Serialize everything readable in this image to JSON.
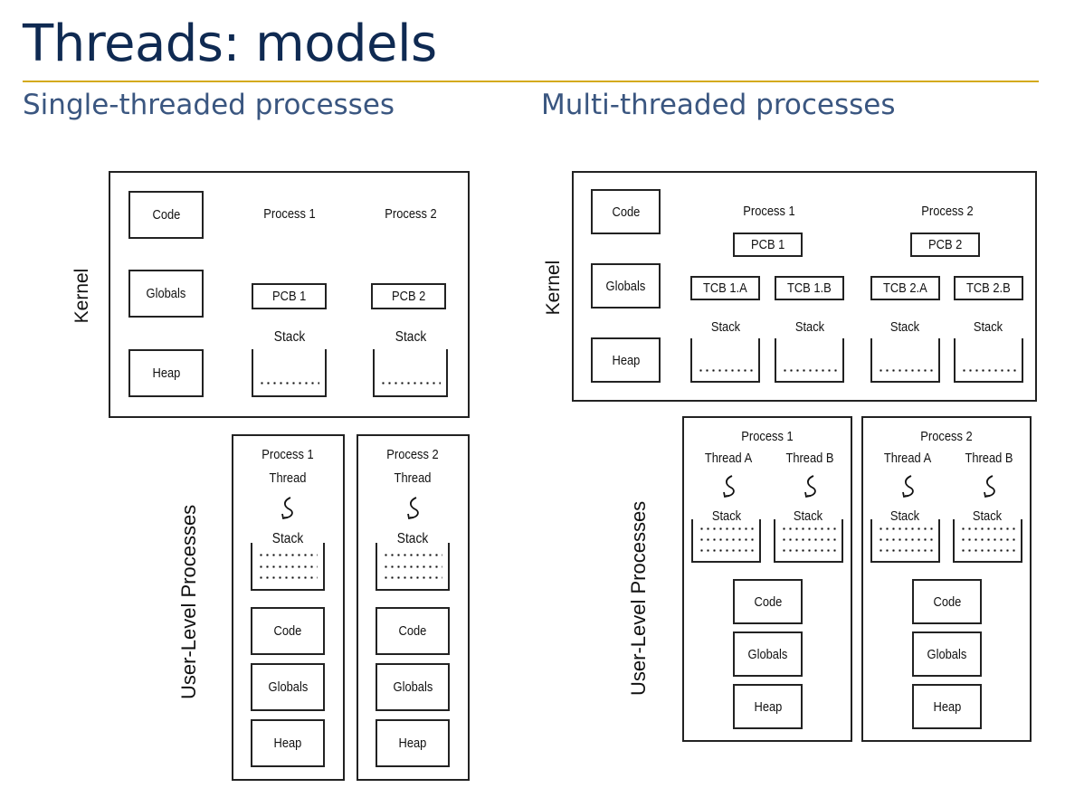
{
  "slide": {
    "title": "Threads: models",
    "accent_rule_color": "#d4aa1a",
    "title_color": "#0f2a52",
    "subtitle_color": "#3a5680"
  },
  "single": {
    "heading": "Single-threaded processes",
    "kernel": {
      "side_label": "Kernel",
      "segments": [
        "Code",
        "Globals",
        "Heap"
      ],
      "processes": [
        {
          "name": "Process 1",
          "pcb": "PCB 1",
          "stack_label": "Stack"
        },
        {
          "name": "Process 2",
          "pcb": "PCB 2",
          "stack_label": "Stack"
        }
      ]
    },
    "user": {
      "side_label": "User-Level Processes",
      "processes": [
        {
          "name": "Process 1",
          "thread": "Thread",
          "stack_label": "Stack",
          "segments": [
            "Code",
            "Globals",
            "Heap"
          ]
        },
        {
          "name": "Process 2",
          "thread": "Thread",
          "stack_label": "Stack",
          "segments": [
            "Code",
            "Globals",
            "Heap"
          ]
        }
      ]
    }
  },
  "multi": {
    "heading": "Multi-threaded processes",
    "kernel": {
      "side_label": "Kernel",
      "segments": [
        "Code",
        "Globals",
        "Heap"
      ],
      "processes": [
        {
          "name": "Process 1",
          "pcb": "PCB 1",
          "tcbs": [
            "TCB 1.A",
            "TCB 1.B"
          ],
          "stack_label": "Stack"
        },
        {
          "name": "Process 2",
          "pcb": "PCB 2",
          "tcbs": [
            "TCB 2.A",
            "TCB 2.B"
          ],
          "stack_label": "Stack"
        }
      ]
    },
    "user": {
      "side_label": "User-Level Processes",
      "processes": [
        {
          "name": "Process 1",
          "threads": [
            "Thread A",
            "Thread B"
          ],
          "stack_label": "Stack",
          "segments": [
            "Code",
            "Globals",
            "Heap"
          ]
        },
        {
          "name": "Process 2",
          "threads": [
            "Thread A",
            "Thread B"
          ],
          "stack_label": "Stack",
          "segments": [
            "Code",
            "Globals",
            "Heap"
          ]
        }
      ]
    }
  }
}
